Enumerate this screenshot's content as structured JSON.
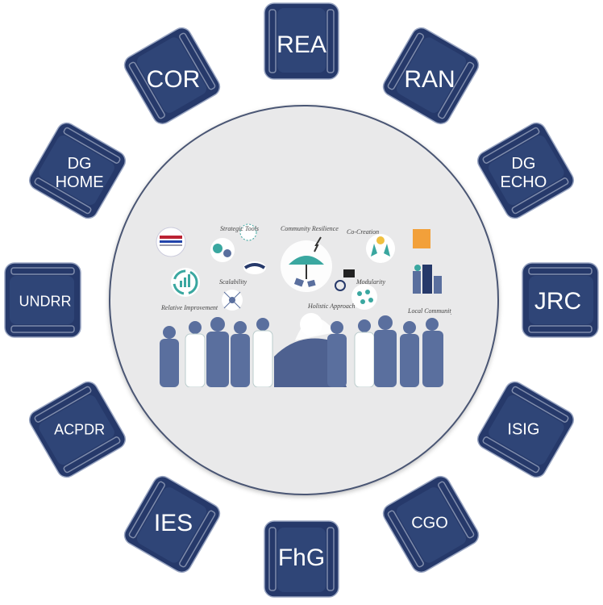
{
  "seats": [
    {
      "label": "REA"
    },
    {
      "label": "RAN"
    },
    {
      "label": "DG\nECHO"
    },
    {
      "label": "JRC"
    },
    {
      "label": "ISIG"
    },
    {
      "label": "CGO"
    },
    {
      "label": "FhG"
    },
    {
      "label": "IES"
    },
    {
      "label": "ACPDR"
    },
    {
      "label": "UNDRR"
    },
    {
      "label": "DG\nHOME"
    },
    {
      "label": "COR"
    }
  ],
  "illustration": {
    "captions": {
      "strategic_tools": "Strategic Tools",
      "community_resilience": "Community Resilience",
      "co_creation": "Co-Creation",
      "scalability": "Scalability",
      "relative_improvement": "Relative Improvement",
      "holistic_approach": "Holistic Approach",
      "modularity": "Modularity",
      "local_community": "Local Community"
    }
  },
  "colors": {
    "seat": "#26396a",
    "seat_inner": "#2f4577",
    "accent_teal": "#3aa7a0",
    "people": "#5a6f9e",
    "table": "#e9e9ea"
  }
}
